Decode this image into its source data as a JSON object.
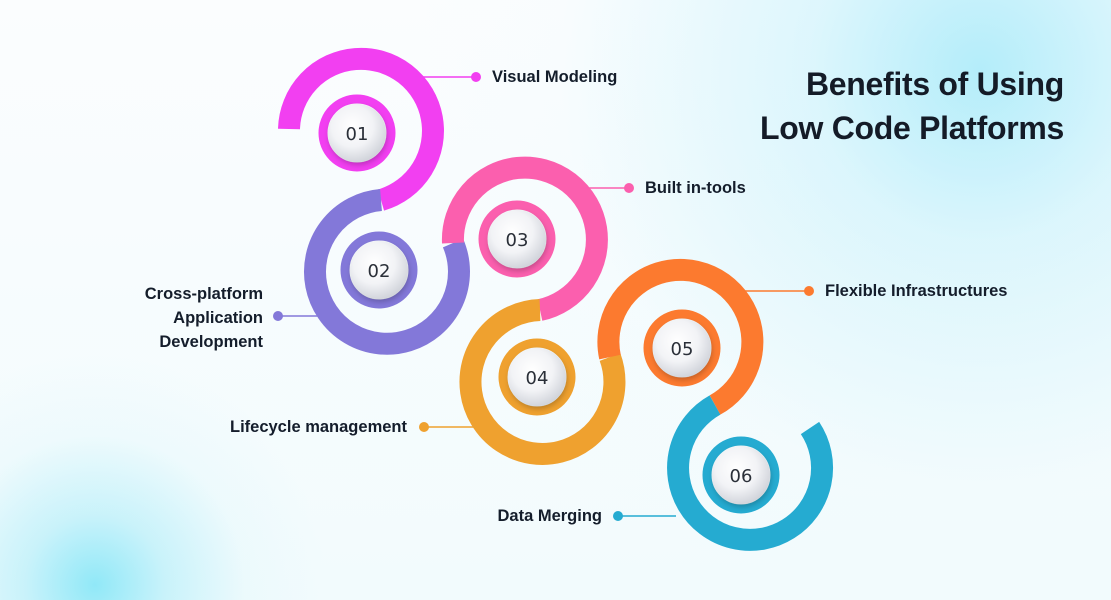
{
  "title": {
    "line1": "Benefits of Using",
    "line2": "Low Code Platforms"
  },
  "items": [
    {
      "number": "01",
      "label": "Visual Modeling",
      "color": "#f23ff1"
    },
    {
      "number": "02",
      "label_lines": [
        "Cross-platform",
        "Application",
        "Development"
      ],
      "color": "#8378d9"
    },
    {
      "number": "03",
      "label": "Built in-tools",
      "color": "#fb5fae"
    },
    {
      "number": "04",
      "label": "Lifecycle management",
      "color": "#efa12f"
    },
    {
      "number": "05",
      "label": "Flexible Infrastructures",
      "color": "#fc7a2f"
    },
    {
      "number": "06",
      "label": "Data Merging",
      "color": "#25abd1"
    }
  ]
}
